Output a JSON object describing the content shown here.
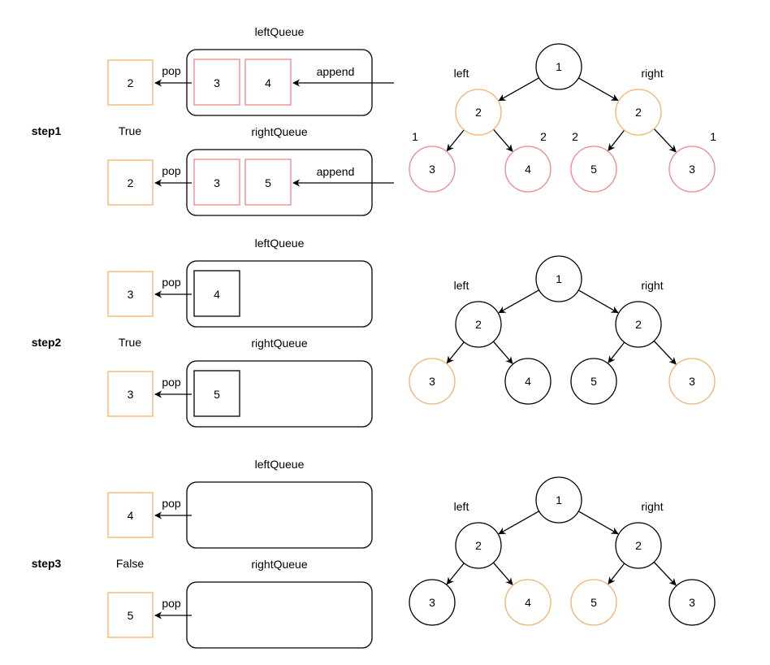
{
  "colors": {
    "black": "#000000",
    "orange": "#F5B06B",
    "red": "#EE8585"
  },
  "labels": {
    "left_queue": "leftQueue",
    "right_queue": "rightQueue",
    "pop": "pop",
    "append": "append",
    "left": "left",
    "right": "right"
  },
  "steps": [
    {
      "name": "step1",
      "result": "True",
      "left_popped": "2",
      "right_popped": "2",
      "left_queue_items": [
        "3",
        "4"
      ],
      "right_queue_items": [
        "3",
        "5"
      ],
      "queue_item_color": "red",
      "show_append": true,
      "tree": {
        "root": {
          "value": "1",
          "color": "black"
        },
        "level1": [
          {
            "value": "2",
            "color": "orange"
          },
          {
            "value": "2",
            "color": "orange"
          }
        ],
        "leaves": [
          {
            "value": "3",
            "color": "red",
            "order": "1"
          },
          {
            "value": "4",
            "color": "red",
            "order": "2"
          },
          {
            "value": "5",
            "color": "red",
            "order": "2"
          },
          {
            "value": "3",
            "color": "red",
            "order": "1"
          }
        ]
      }
    },
    {
      "name": "step2",
      "result": "True",
      "left_popped": "3",
      "right_popped": "3",
      "left_queue_items": [
        "4"
      ],
      "right_queue_items": [
        "5"
      ],
      "queue_item_color": "black",
      "show_append": false,
      "tree": {
        "root": {
          "value": "1",
          "color": "black"
        },
        "level1": [
          {
            "value": "2",
            "color": "black"
          },
          {
            "value": "2",
            "color": "black"
          }
        ],
        "leaves": [
          {
            "value": "3",
            "color": "orange",
            "order": ""
          },
          {
            "value": "4",
            "color": "black",
            "order": ""
          },
          {
            "value": "5",
            "color": "black",
            "order": ""
          },
          {
            "value": "3",
            "color": "orange",
            "order": ""
          }
        ]
      }
    },
    {
      "name": "step3",
      "result": "False",
      "left_popped": "4",
      "right_popped": "5",
      "left_queue_items": [],
      "right_queue_items": [],
      "queue_item_color": "black",
      "show_append": false,
      "tree": {
        "root": {
          "value": "1",
          "color": "black"
        },
        "level1": [
          {
            "value": "2",
            "color": "black"
          },
          {
            "value": "2",
            "color": "black"
          }
        ],
        "leaves": [
          {
            "value": "3",
            "color": "black",
            "order": ""
          },
          {
            "value": "4",
            "color": "orange",
            "order": ""
          },
          {
            "value": "5",
            "color": "orange",
            "order": ""
          },
          {
            "value": "3",
            "color": "black",
            "order": ""
          }
        ]
      }
    }
  ]
}
